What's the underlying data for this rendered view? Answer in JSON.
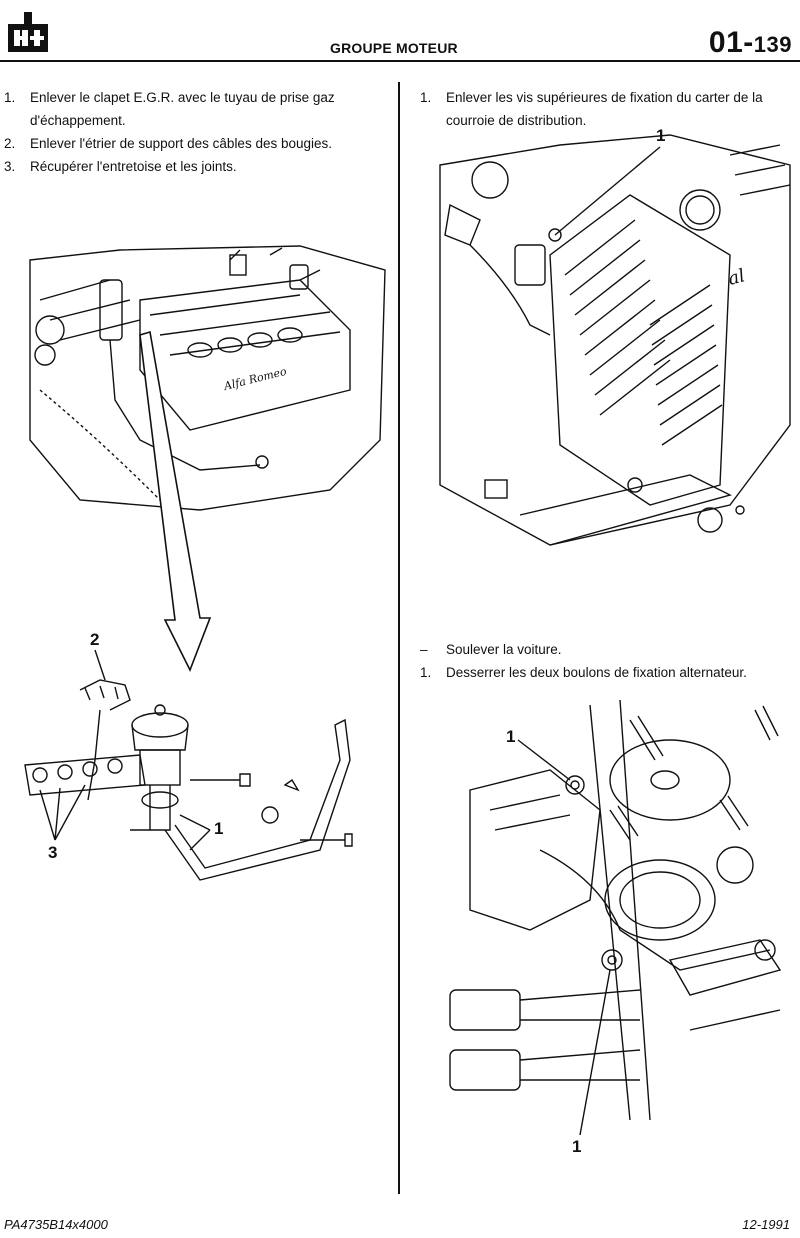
{
  "header": {
    "logo_label": "H",
    "section_title": "GROUPE MOTEUR",
    "page_prefix": "01-",
    "page_number": "139"
  },
  "left_column": {
    "steps": [
      {
        "num": "1.",
        "text": "Enlever le clapet E.G.R. avec le tuyau de prise gaz d'échappement."
      },
      {
        "num": "2.",
        "text": "Enlever l'étrier de support des câbles des bougies."
      },
      {
        "num": "3.",
        "text": "Récupérer l'entretoise et les joints."
      }
    ],
    "figure_callouts": {
      "c2": "2",
      "c1": "1",
      "c3": "3"
    }
  },
  "right_column": {
    "steps_top": [
      {
        "num": "1.",
        "text": "Enlever les vis supérieures de fixation du carter de la courroie de distribution."
      }
    ],
    "figure_top_callout": "1",
    "steps_bottom": [
      {
        "num": "–",
        "text": "Soulever la voiture."
      },
      {
        "num": "1.",
        "text": "Desserrer les deux boulons de fixation alternateur."
      }
    ],
    "figure_bottom_callouts": {
      "top": "1",
      "bottom": "1"
    }
  },
  "footer": {
    "left": "PA4735B14x4000",
    "right": "12-1991"
  }
}
